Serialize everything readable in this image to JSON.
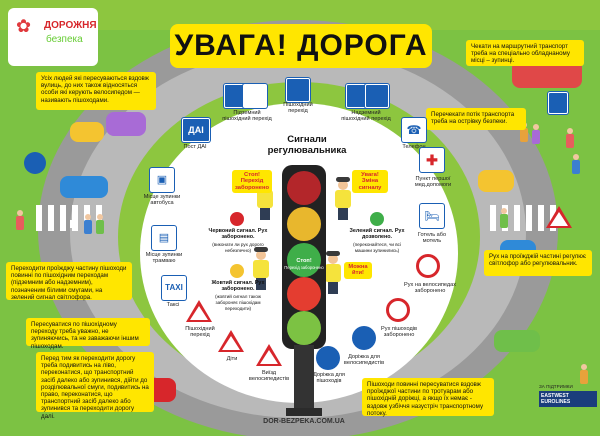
{
  "logo": {
    "title": "ДОРОЖНЯ",
    "subtitle": "безпека"
  },
  "title": "УВАГА! ДОРОГА",
  "notes": {
    "top_left": "Усіх людей які пересуваються вздовж вулиць, до них також відносяться особи які керують велосипедом — називають пішоходами.",
    "left_crossing": "Переходити проїжджу частину пішоходи повинні по пішохідним переходам (підземним або надземним), позначеним білими смугами, на зелений сигнал світлофора.",
    "left_mid": "Пересуватися по пішохідному переходу треба уважно, не зупиняючись, та не заважаючи іншим пішоходам.",
    "left_bottom": "Перед тим як переходити дорогу треба подивитись на ліво, переконатися, що транспортний засіб далеко або зупинився, дійти до розділювальної смуги, подивитись на право, переконатися, що транспортний засіб далеко або зупинився та переходити дорогу далі.",
    "top_right": "Чекати на маршрутний транспорт треба на спеціально обладнаному місці – зупинці.",
    "right_island": "Перечекати потік транспорта треба на острівку безпеки.",
    "right_cross": "Рух на проїжджій частині регулює світлофор або регулювальник.",
    "bottom_right": "Пішоходи повинні пересуватися вздовж проїжджої частини по тротуарам або пішохідній доріжці, а якщо їх немає - вздовж узбіччя назустріч транспортному потоку."
  },
  "signs": {
    "underground": "Підземний пішохідний перехід",
    "pedestrian": "Пішохідний перехід",
    "overground": "Надземний пішохідний перехід",
    "dai": "Пост ДАІ",
    "phone": "Телефон",
    "bus": "Місце зупинки автобуса",
    "firstaid": "Пункт першої мед.допомоги",
    "tram": "Місце зупинки трамваю",
    "hotel": "Готель або мотель",
    "taxi": "Таксі",
    "bike_forbidden": "Рух на велосипедах заборонено",
    "ped_crossing2": "Пішохідний перехід",
    "ped_forbidden": "Рух пішоходів заборонено",
    "children": "Діти",
    "bike_exit": "Виїзд велосипедистів",
    "ped_path": "Доріжка для пішоходів",
    "bike_path": "Доріжка для велосипедистів"
  },
  "signals": {
    "title": "Сигнали регулювальника",
    "stop_label": "Стоп! Перехід заборонено",
    "attention_label": "Увага! Зміна сигналу",
    "red_caption": "Червоний сигнал. Рух заборонено.",
    "red_sub": "(виконати ли рух дорого небезпечно)",
    "green_caption": "Зелений сигнал. Рух дозволено.",
    "green_sub": "(переконайтеся, чи всі машини зупинились)",
    "yellow_caption": "Жовтий сигнал. Рух заборонено.",
    "yellow_sub": "(жовтий сигнал також забороняє пішохідам переходити)",
    "can_go": "Можна йти!",
    "stop_lamp": "Стоп!",
    "stop_lamp_sub": "Перехід заборонено"
  },
  "footer": "DOR-BEZPEKA.COM.UA",
  "partner": {
    "label": "ЗА ПІДТРИМКИ",
    "name": "EASTWEST EUROLINES"
  },
  "colors": {
    "yellow": "#ffe600",
    "red": "#d7262b",
    "blue": "#1a5fb4",
    "green": "#8dc63f"
  }
}
